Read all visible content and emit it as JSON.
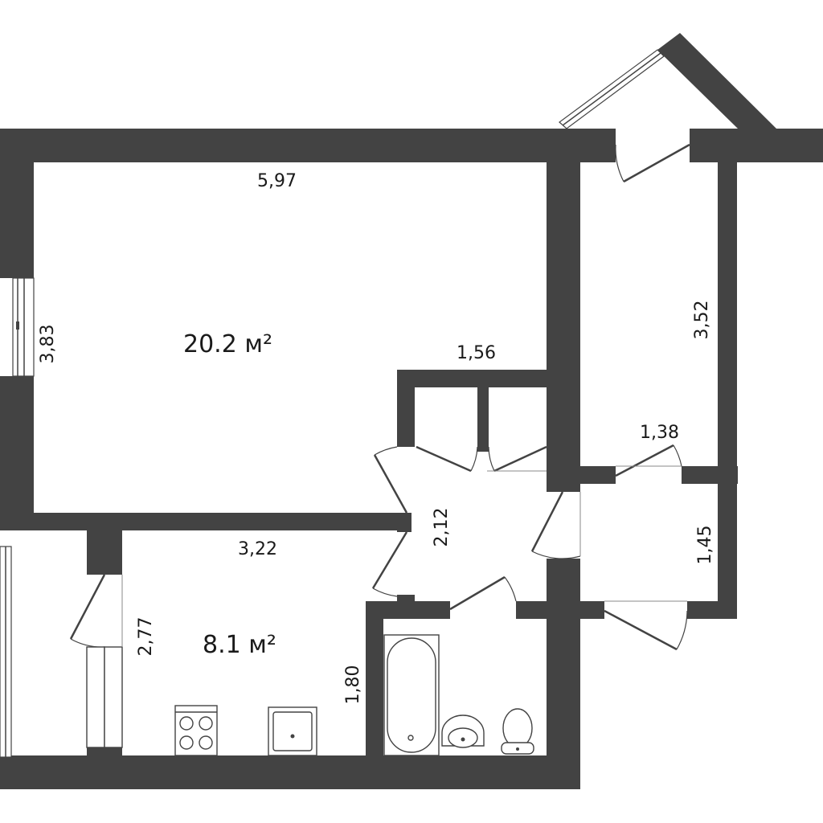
{
  "plan": {
    "rooms": [
      {
        "id": "living-room",
        "area_label": "20.2 м²"
      },
      {
        "id": "kitchen",
        "area_label": "8.1 м²"
      }
    ],
    "dimensions": {
      "living_width": "5,97",
      "living_depth": "3,83",
      "closet_width": "1,56",
      "hall_right_depth": "3,52",
      "hall_right_width": "1,38",
      "corridor_depth": "2,12",
      "kitchen_width": "3,22",
      "kitchen_depth": "2,77",
      "bathroom_depth": "1,80",
      "storage_depth": "1,45"
    }
  }
}
